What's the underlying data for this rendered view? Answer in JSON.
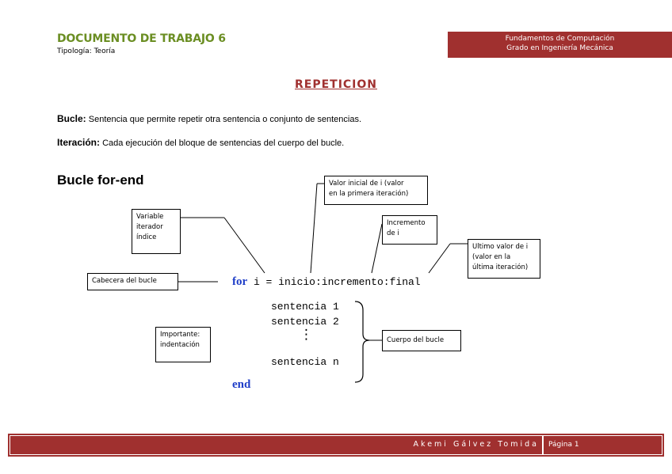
{
  "header": {
    "doc_title": "DOCUMENTO DE TRABAJO 6",
    "doc_subtitle": "Tipología: Teoría",
    "course_line1": "Fundamentos de Computación",
    "course_line2": "Grado en Ingeniería Mecánica"
  },
  "section_title": "REPETICION",
  "definitions": [
    {
      "term": "Bucle:",
      "text": " Sentencia que permite repetir otra sentencia o conjunto de sentencias."
    },
    {
      "term": "Iteración:",
      "text": " Cada ejecución del bloque de sentencias del cuerpo del bucle."
    }
  ],
  "subheading": "Bucle for-end",
  "code": {
    "keyword_for": "for",
    "header_rest": " i = inicio:incremento:final",
    "body": [
      "sentencia 1",
      "sentencia 2",
      "⋮",
      "sentencia n"
    ],
    "keyword_end": "end"
  },
  "callouts": {
    "variable_l1": "Variable",
    "variable_l2": "iterador",
    "variable_l3": "índice",
    "valor_l1": "Valor inicial de i (valor",
    "valor_l2": "en la primera iteración)",
    "incremento_l1": "Incremento",
    "incremento_l2": "de i",
    "ultimo_l1": "Ultimo valor de i",
    "ultimo_l2": "(valor en la",
    "ultimo_l3": "última iteración)",
    "cabecera": "Cabecera del bucle",
    "importante_l1": "Importante:",
    "importante_l2": "indentación",
    "cuerpo": "Cuerpo del bucle"
  },
  "footer": {
    "author": "Akemi Gálvez Tomida",
    "page": "Página 1"
  },
  "colors": {
    "accent": "#a0302f",
    "title_green": "#6b8e23",
    "keyword_blue": "#1f3ec8"
  }
}
